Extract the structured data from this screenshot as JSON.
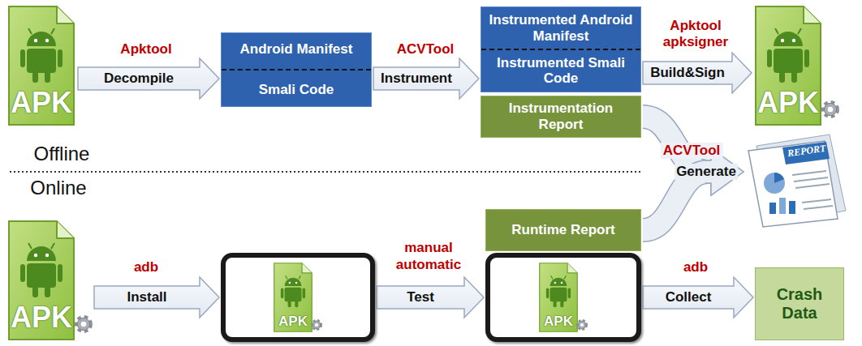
{
  "diagram": {
    "nodes": [
      {
        "text": [
          "APK"
        ]
      },
      {
        "text": [
          "Android Manifest",
          "Smali Code"
        ]
      },
      {
        "text": [
          "Instrumented Android Manifest",
          "Instrumented Smali Code"
        ]
      },
      {
        "text": [
          "APK"
        ]
      },
      {
        "text": [
          "Instrumentation Report"
        ]
      },
      {
        "text": [
          "REPORT"
        ]
      },
      {
        "text": [
          "APK"
        ]
      },
      {
        "text": [
          "APK"
        ]
      },
      {
        "text": [
          "Runtime Report"
        ]
      },
      {
        "text": [
          "APK"
        ]
      },
      {
        "text": [
          "Crash Data"
        ]
      }
    ],
    "edges": [
      {
        "from": 0,
        "to": 1,
        "label": "Decompile",
        "arrow": "to"
      },
      {
        "from": 1,
        "to": 2,
        "label": "Instrument",
        "arrow": "to"
      },
      {
        "from": 2,
        "to": 3,
        "label": "Build&Sign",
        "arrow": "to"
      },
      {
        "from": 4,
        "to": 5,
        "label": "Generate",
        "arrow": "to"
      },
      {
        "from": 8,
        "to": 5,
        "arrow": "to"
      },
      {
        "from": 6,
        "to": 7,
        "label": "Install",
        "arrow": "to"
      },
      {
        "from": 7,
        "to": 9,
        "label": "Test",
        "arrow": "to"
      },
      {
        "from": 9,
        "to": 10,
        "label": "Collect",
        "arrow": "to"
      }
    ],
    "labels": [
      "Apktool",
      "ACVTool",
      "Apktool",
      "apksigner",
      "Offline",
      "Online",
      "ACVTool",
      "adb",
      "manual",
      "automatic",
      "adb"
    ]
  }
}
